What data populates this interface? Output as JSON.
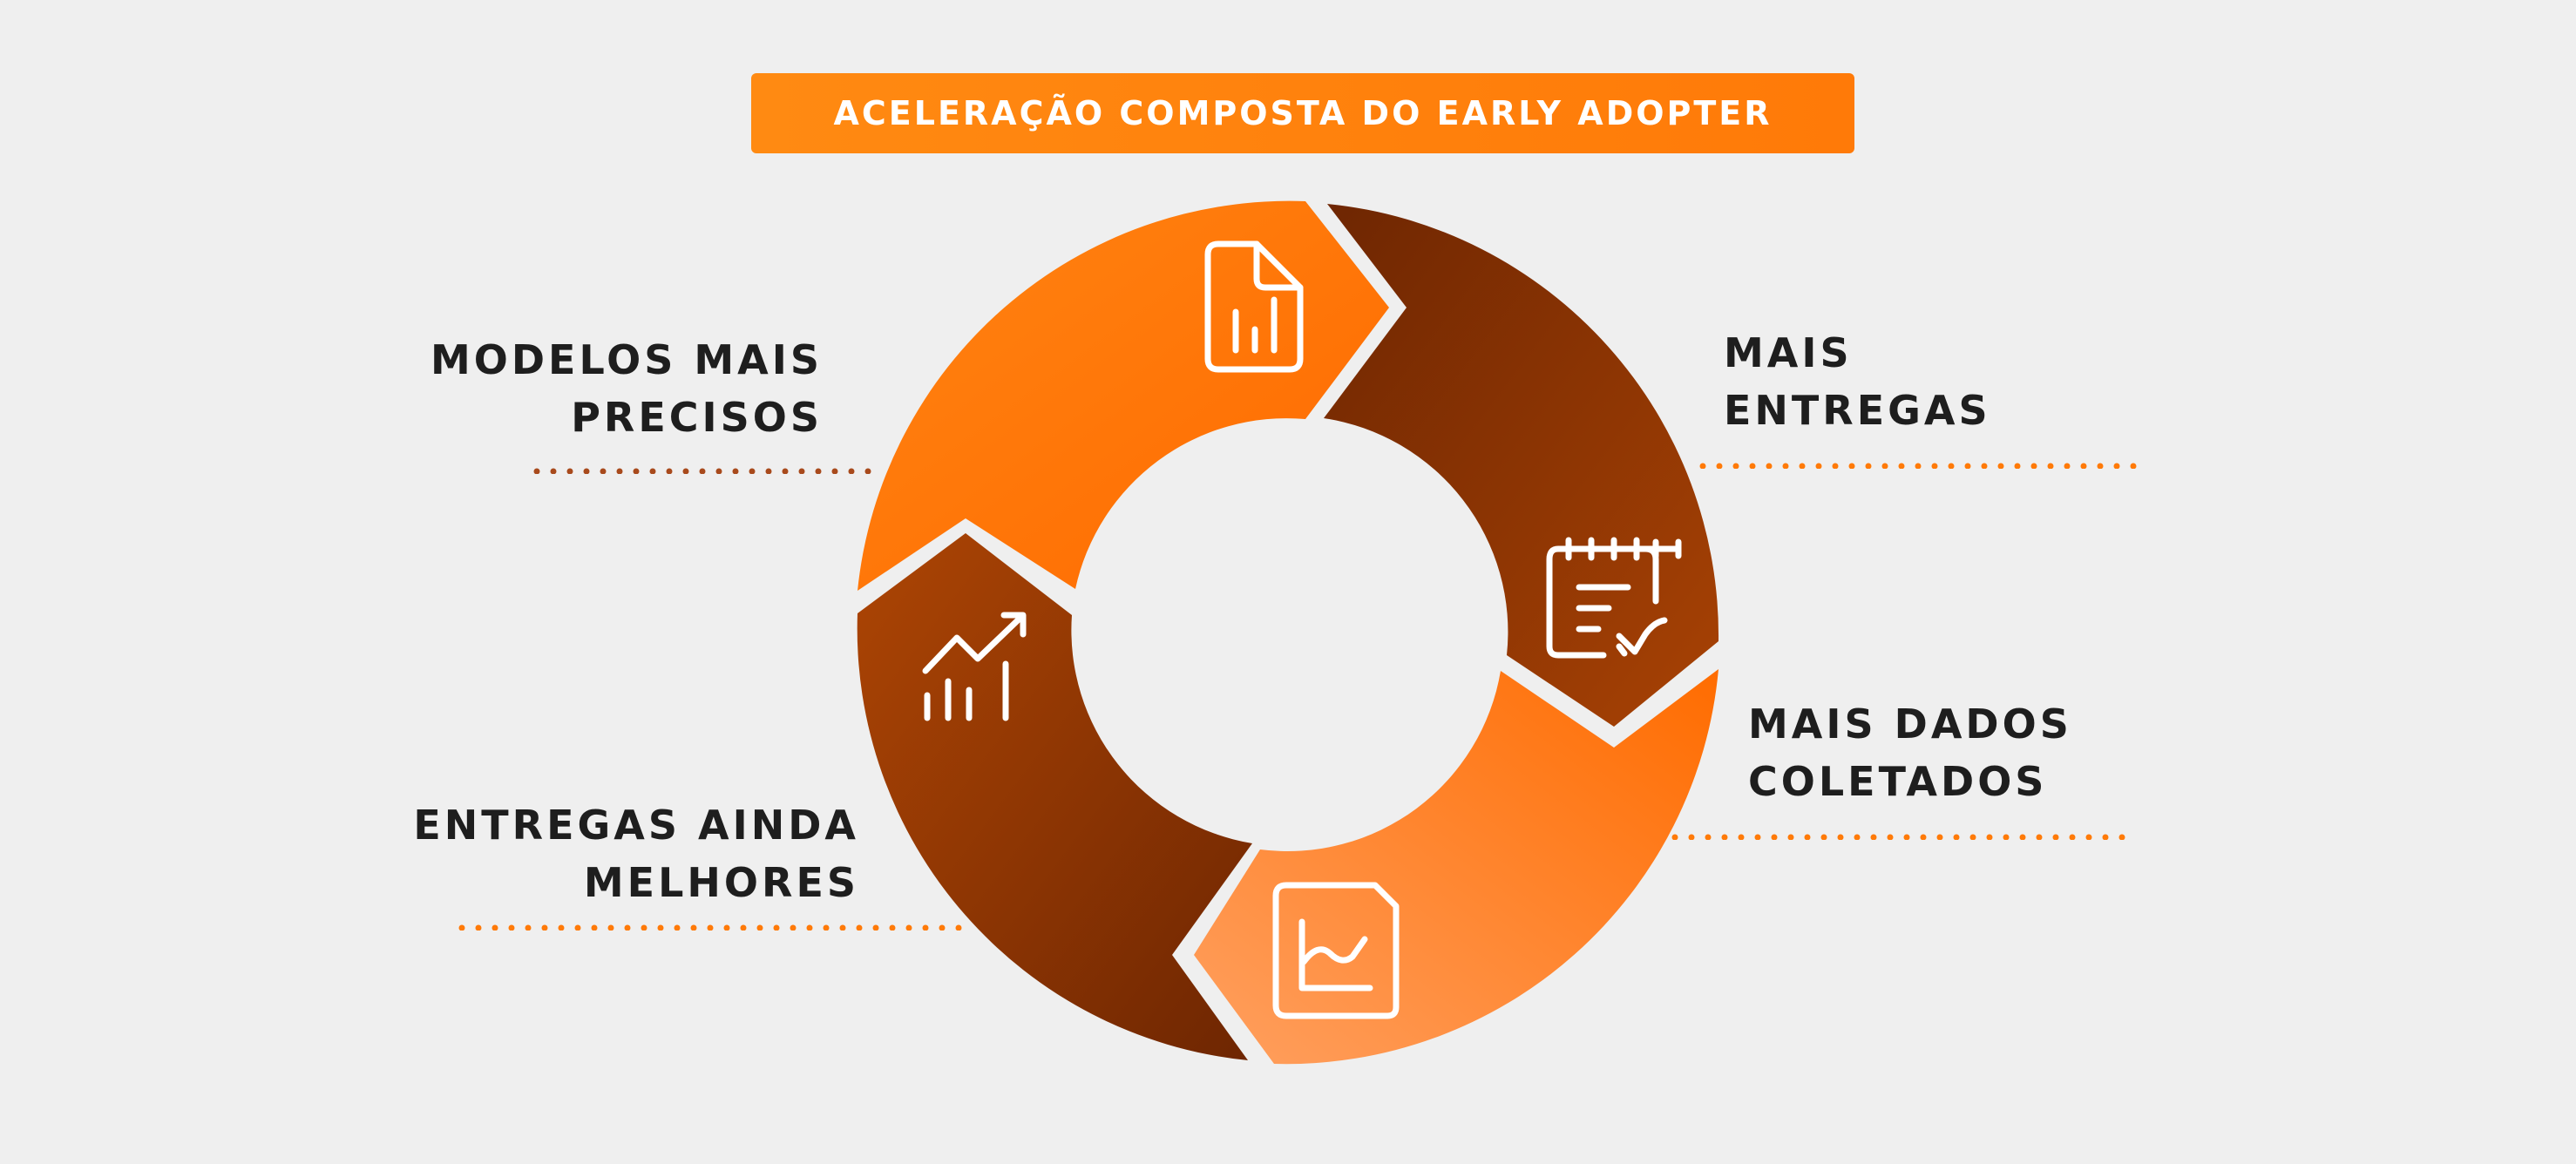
{
  "title": "ACELERAÇÃO COMPOSTA DO EARLY ADOPTER",
  "steps": [
    {
      "lines": [
        "MODELOS MAIS",
        "PRECISOS"
      ],
      "icon": "document-bar-chart-icon"
    },
    {
      "lines": [
        "MAIS",
        "ENTREGAS"
      ],
      "icon": "calendar-checklist-icon"
    },
    {
      "lines": [
        "MAIS DADOS",
        "COLETADOS"
      ],
      "icon": "line-chart-file-icon"
    },
    {
      "lines": [
        "ENTREGAS AINDA",
        "MELHORES"
      ],
      "icon": "growth-chart-icon"
    }
  ],
  "colors": {
    "background": "#efefef",
    "orange": "#ff7a08",
    "light_orange": "#ff9a52",
    "dark_brown": "#7a2c02",
    "text": "#1e1e1e"
  }
}
